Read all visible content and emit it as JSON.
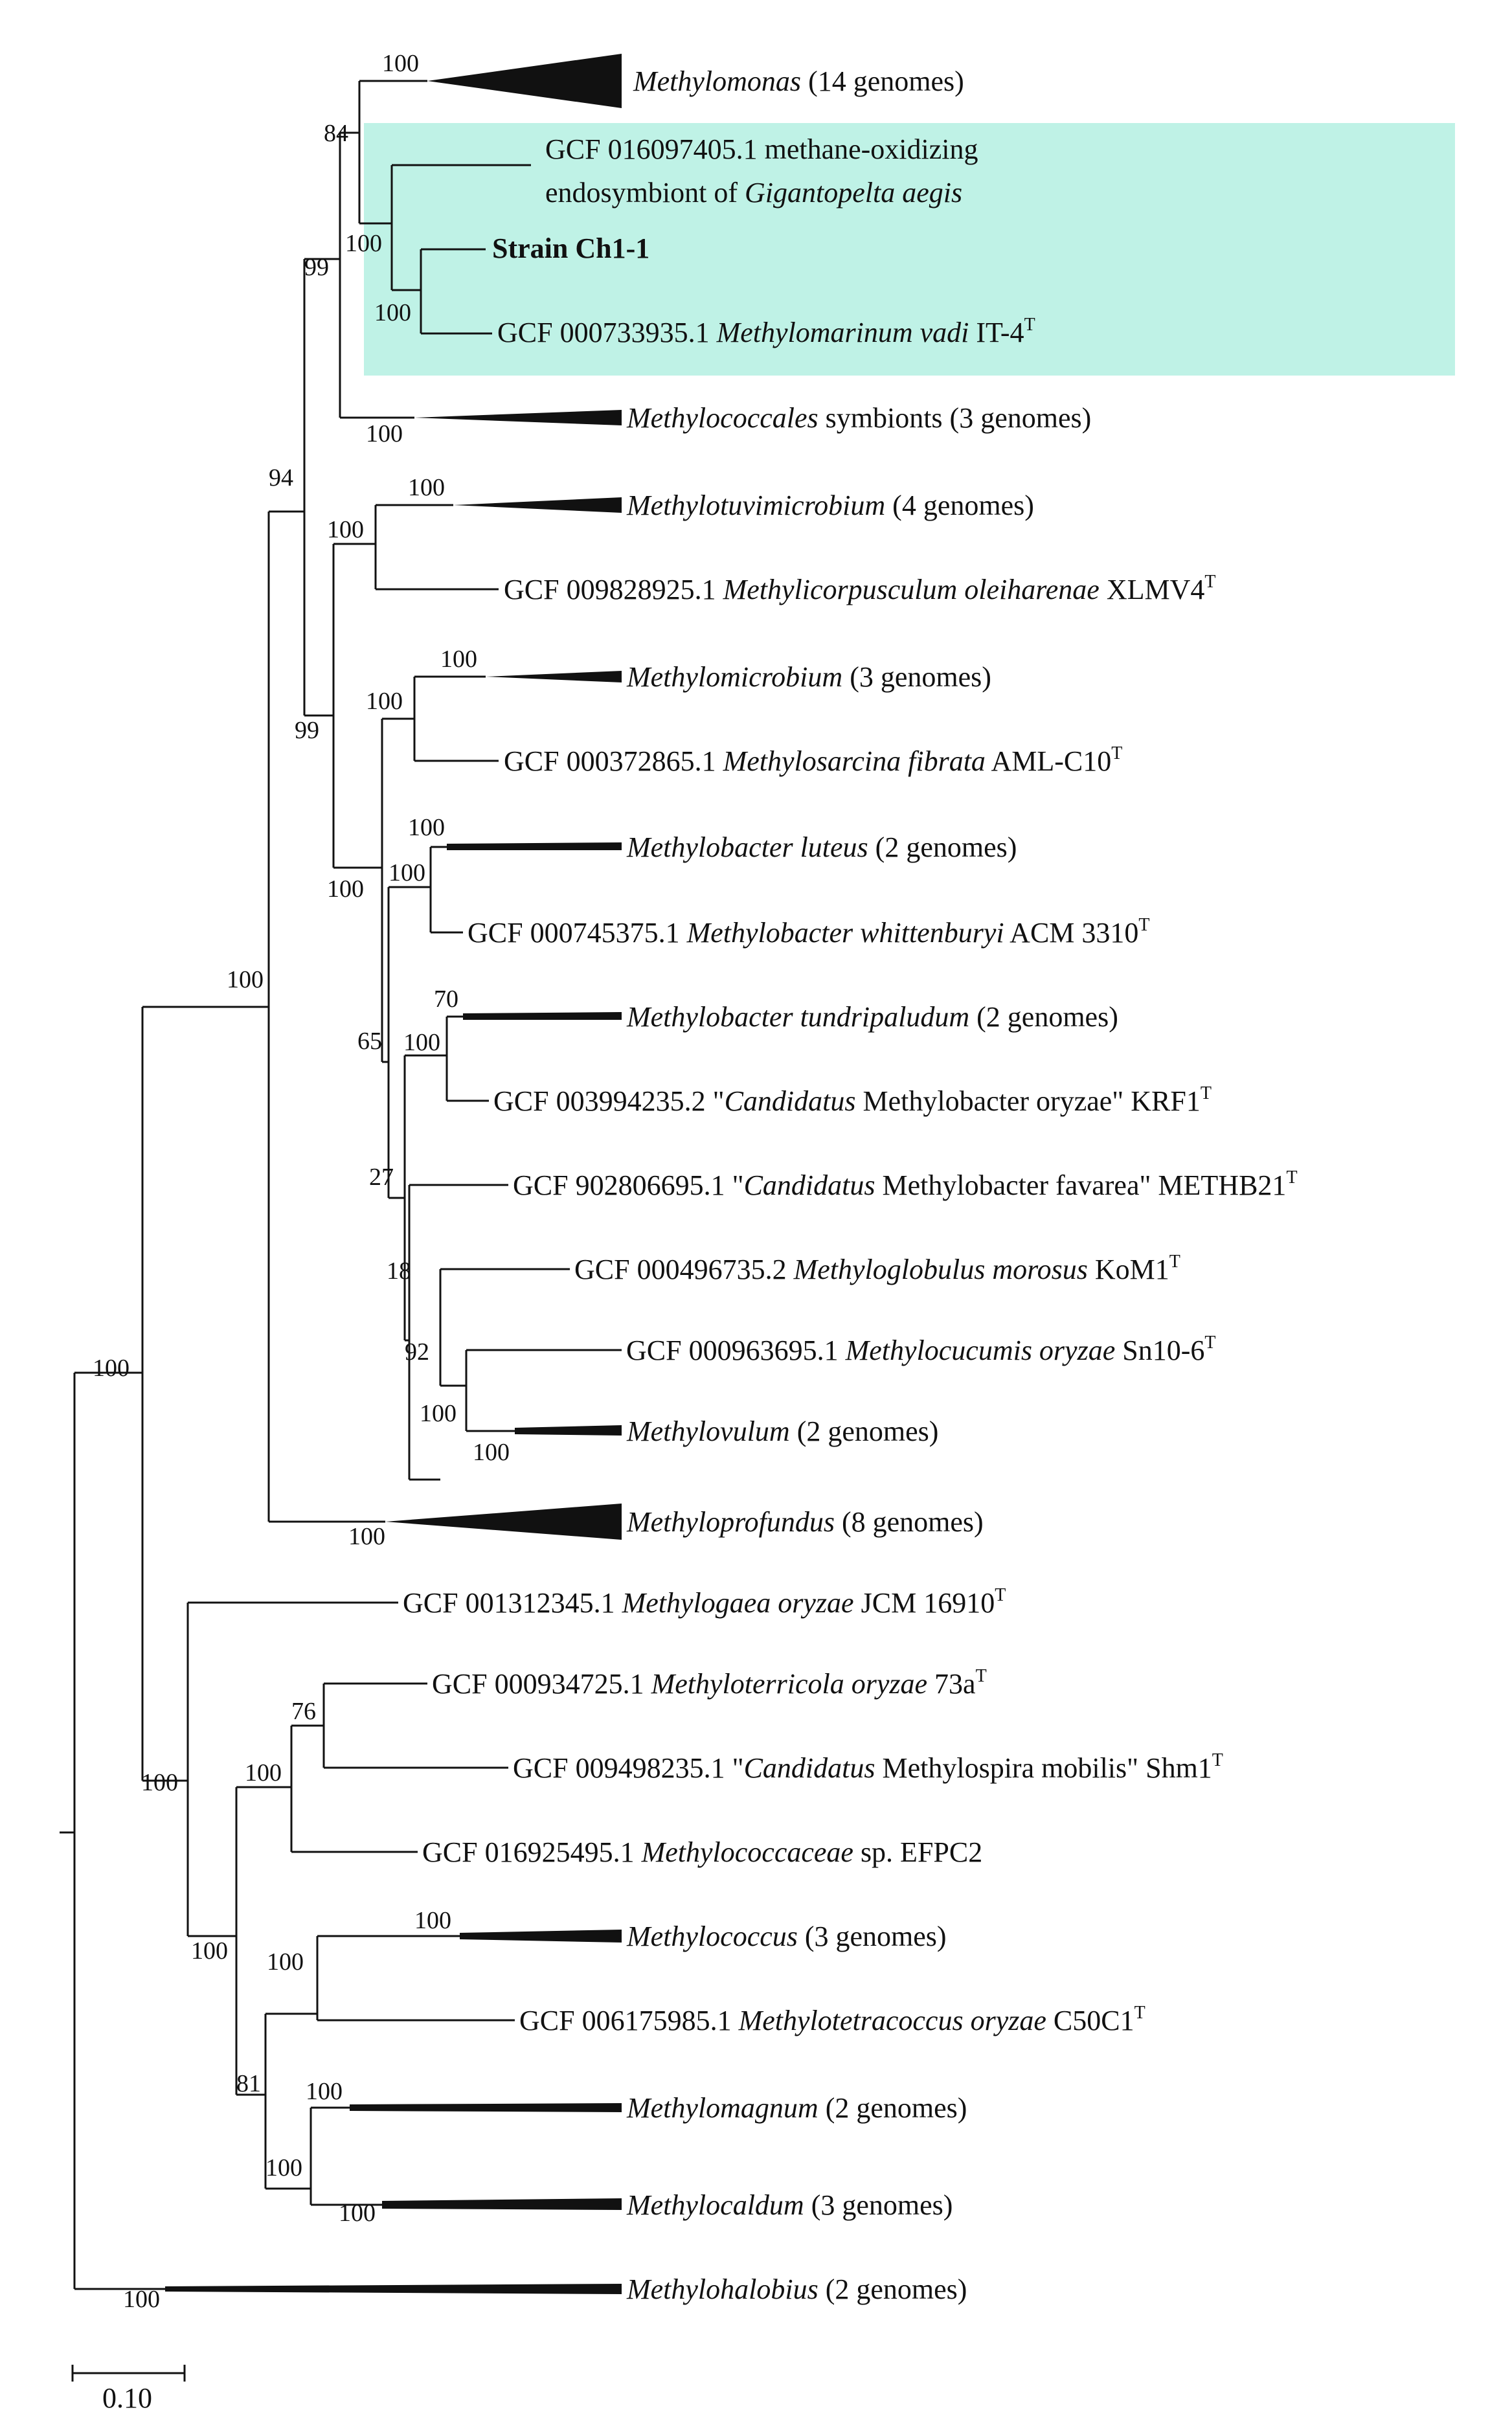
{
  "highlight_color": "#bff2e6",
  "branch_color": "#111111",
  "taxa": {
    "methylomonas": {
      "genus": "Methylomonas",
      "rest": " (14 genomes)"
    },
    "gigantopelta": {
      "line1": "GCF 016097405.1 methane-oxidizing",
      "line2_pre": "endosymbiont of ",
      "line2_it": "Gigantopelta aegis"
    },
    "strain": {
      "label": "Strain Ch1-1"
    },
    "methylomarinum": {
      "acc": "GCF 000733935.1 ",
      "name": "Methylomarinum vadi",
      "strain": " IT-4",
      "sup": "T"
    },
    "methylococcales_symb": {
      "name": "Methylococcales",
      "rest": " symbionts (3 genomes)"
    },
    "methylotuvimicrobium": {
      "name": "Methylotuvimicrobium",
      "rest": " (4 genomes)"
    },
    "methylicorpusculum": {
      "acc": "GCF 009828925.1 ",
      "name": "Methylicorpusculum oleiharenae",
      "strain": " XLMV4",
      "sup": "T"
    },
    "methylomicrobium": {
      "name": "Methylomicrobium",
      "rest": " (3 genomes)"
    },
    "methylosarcina": {
      "acc": "GCF 000372865.1 ",
      "name": "Methylosarcina fibrata",
      "strain": " AML-C10",
      "sup": "T"
    },
    "methylobacter_luteus": {
      "name": "Methylobacter luteus",
      "rest": " (2 genomes)"
    },
    "methylobacter_whitt": {
      "acc": "GCF 000745375.1 ",
      "name": "Methylobacter whittenburyi",
      "strain": " ACM 3310",
      "sup": "T"
    },
    "methylobacter_tundri": {
      "name": "Methylobacter tundripaludum",
      "rest": " (2 genomes)"
    },
    "cand_oryzae": {
      "acc": "GCF 003994235.2 \"",
      "name": "Candidatus",
      "strain": " Methylobacter oryzae\" KRF1",
      "sup": "T"
    },
    "cand_favarea": {
      "acc": "GCF 902806695.1 \"",
      "name": "Candidatus",
      "strain": " Methylobacter favarea\" METHB21",
      "sup": "T"
    },
    "methyloglobulus": {
      "acc": "GCF 000496735.2 ",
      "name": "Methyloglobulus morosus",
      "strain": " KoM1",
      "sup": "T"
    },
    "methylocucumis": {
      "acc": "GCF 000963695.1 ",
      "name": "Methylocucumis oryzae",
      "strain": " Sn10-6",
      "sup": "T"
    },
    "methylovulum": {
      "name": "Methylovulum",
      "rest": " (2 genomes)"
    },
    "methyloprofundus": {
      "name": "Methyloprofundus",
      "rest": " (8 genomes)"
    },
    "methylogaea": {
      "acc": "GCF 001312345.1 ",
      "name": "Methylogaea oryzae",
      "strain": " JCM 16910",
      "sup": "T"
    },
    "methyloterricola": {
      "acc": "GCF 000934725.1 ",
      "name": "Methyloterricola oryzae",
      "strain": " 73a",
      "sup": "T"
    },
    "methylospira": {
      "acc": "GCF 009498235.1 \"",
      "name": "Candidatus",
      "strain": " Methylospira mobilis\" Shm1",
      "sup": "T"
    },
    "methylococcaceae_sp": {
      "acc": "GCF 016925495.1 ",
      "name": "Methylococcaceae",
      "strain": " sp. EFPC2"
    },
    "methylococcus": {
      "name": "Methylococcus",
      "rest": " (3 genomes)"
    },
    "methylotetracoccus": {
      "acc": "GCF 006175985.1 ",
      "name": "Methylotetracoccus oryzae",
      "strain": " C50C1",
      "sup": "T"
    },
    "methylomagnum": {
      "name": "Methylomagnum",
      "rest": " (2 genomes)"
    },
    "methylocaldum": {
      "name": "Methylocaldum",
      "rest": " (3 genomes)"
    },
    "methylohalobius": {
      "name": "Methylohalobius",
      "rest": " (2 genomes)"
    }
  },
  "bootstrap": {
    "b_methylomonas": "100",
    "b_84": "84",
    "b_gig_strain": "100",
    "b_strain_vadi": "100",
    "b_99a": "99",
    "b_symb": "100",
    "b_94": "94",
    "b_tuvi": "100",
    "b_tuvi_corp": "100",
    "b_99b": "99",
    "b_micro": "100",
    "b_micro_sarc": "100",
    "b_100c": "100",
    "b_luteus": "100",
    "b_lut_whitt": "100",
    "b_65": "65",
    "b_70": "70",
    "b_tundri_oryzae": "100",
    "b_27": "27",
    "b_18": "18",
    "b_92": "92",
    "b_cucumis_ovulum": "100",
    "b_ovulum": "100",
    "b_100_main": "100",
    "b_profundus": "100",
    "b_root_upper": "100",
    "b_lower_100": "100",
    "b_76": "76",
    "b_spira_group": "100",
    "b_lower_inner": "100",
    "b_coccus": "100",
    "b_coccus_tetra": "100",
    "b_81": "81",
    "b_magnum": "100",
    "b_magnum_caldum": "100",
    "b_caldum": "100",
    "b_halobius": "100"
  },
  "scale_bar": {
    "label": "0.10"
  }
}
